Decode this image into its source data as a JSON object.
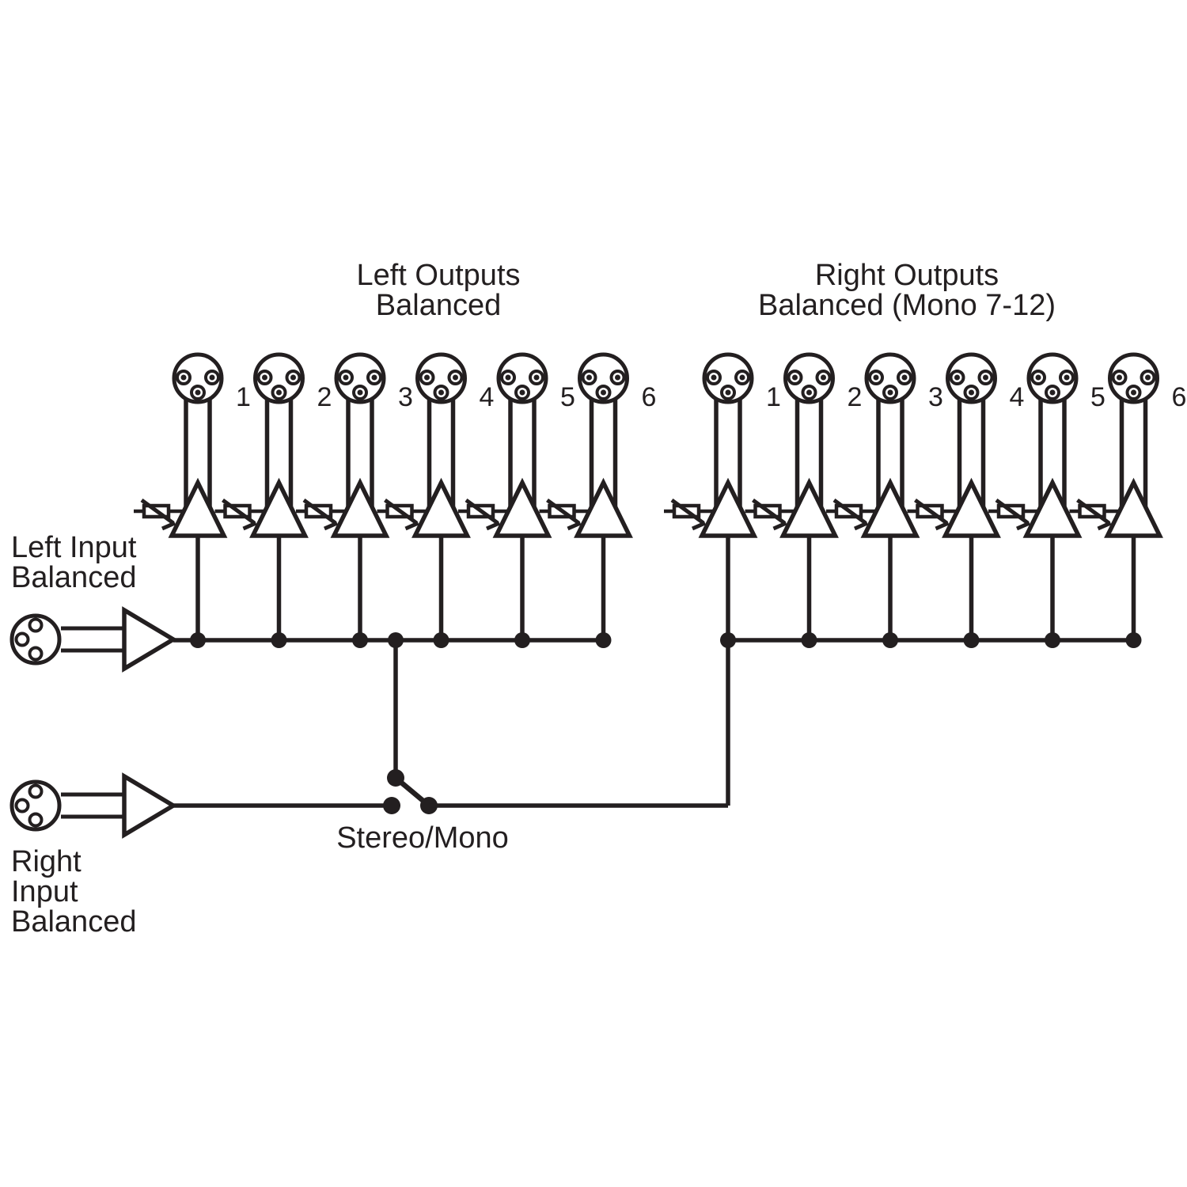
{
  "labels": {
    "left_outputs_line1": "Left Outputs",
    "left_outputs_line2": "Balanced",
    "right_outputs_line1": "Right Outputs",
    "right_outputs_line2": "Balanced (Mono 7-12)",
    "left_input_line1": "Left Input",
    "left_input_line2": "Balanced",
    "right_input_line1": "Right",
    "right_input_line2": "Input",
    "right_input_line3": "Balanced",
    "switch_label": "Stereo/Mono"
  },
  "left_outputs": {
    "numbers": [
      "1",
      "2",
      "3",
      "4",
      "5",
      "6"
    ]
  },
  "right_outputs": {
    "numbers": [
      "1",
      "2",
      "3",
      "4",
      "5",
      "6"
    ]
  },
  "colors": {
    "line": "#231f20",
    "background": "#ffffff"
  }
}
